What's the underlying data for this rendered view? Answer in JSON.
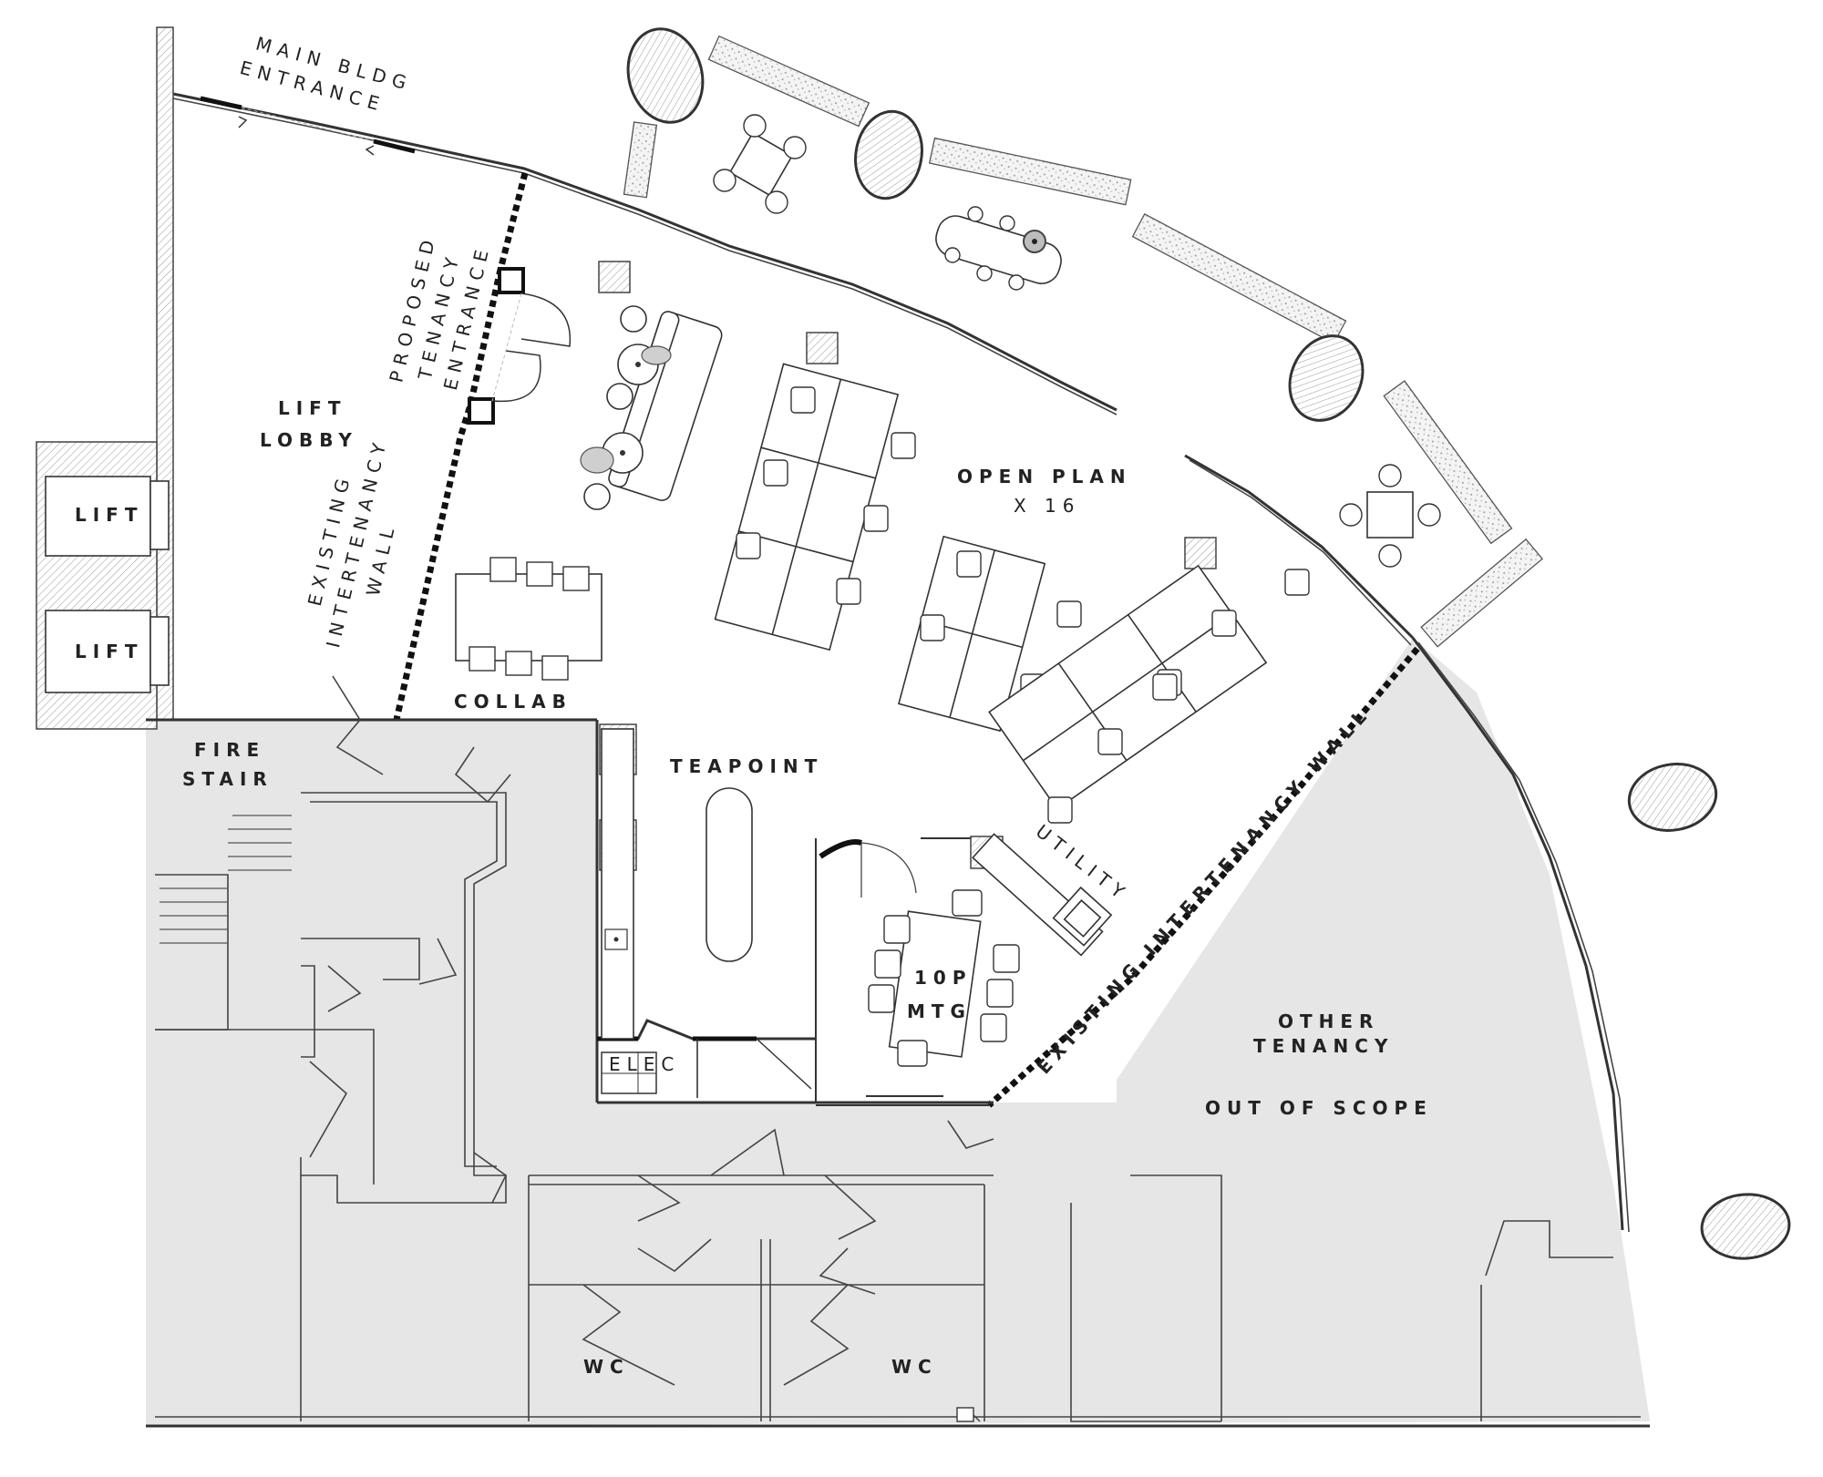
{
  "labels": {
    "main_entrance": [
      "MAIN BLDG",
      "ENTRANCE"
    ],
    "proposed_entrance": [
      "PROPOSED",
      "TENANCY",
      "ENTRANCE"
    ],
    "existing_wall_left": [
      "EXISTING",
      "INTERTENANCY",
      "WALL"
    ],
    "existing_wall_right": "EXISTING INTERTENANCY WALL",
    "lift_lobby": [
      "LIFT",
      "LOBBY"
    ],
    "lift_1": "LIFT",
    "lift_2": "LIFT",
    "fire_stair": [
      "FIRE",
      "STAIR"
    ],
    "collab": "COLLAB",
    "teapoint": "TEAPOINT",
    "open_plan": [
      "OPEN PLAN",
      "X 16"
    ],
    "utility": "UTILITY",
    "meeting": [
      "10P",
      "MTG"
    ],
    "elec": "ELEC",
    "other_tenancy": [
      "OTHER",
      "TENANCY"
    ],
    "out_of_scope": "OUT OF SCOPE",
    "wc_left": "WC",
    "wc_right": "WC"
  }
}
